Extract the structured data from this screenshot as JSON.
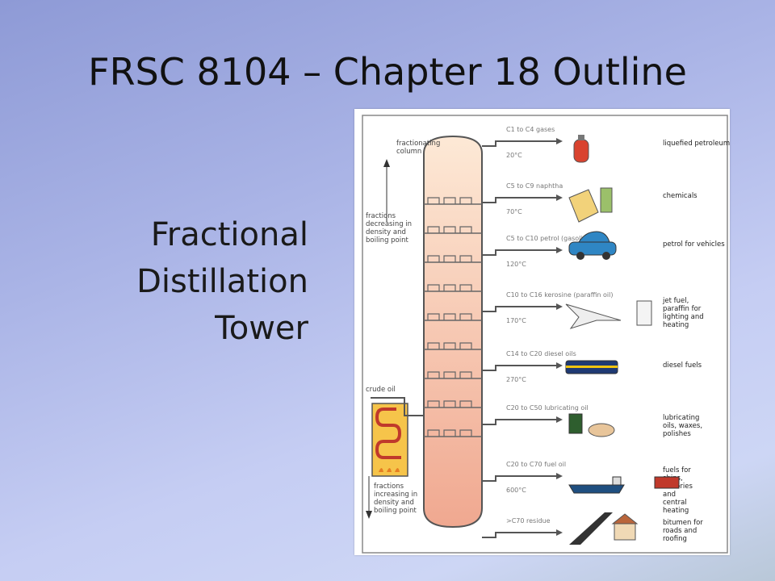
{
  "slide": {
    "title": "FRSC 8104 – Chapter 18 Outline",
    "subtitle_lines": [
      "Fractional",
      "Distillation",
      "Tower"
    ]
  },
  "diagram": {
    "column_label": [
      "fractionating",
      "column"
    ],
    "top_arrow_label": [
      "fractions",
      "decreasing in",
      "density and",
      "boiling point"
    ],
    "bottom_arrow_label": [
      "fractions",
      "increasing in",
      "density and",
      "boiling point"
    ],
    "crude_label": "crude oil",
    "fractions": [
      {
        "name": "C1 to C4 gases",
        "temp": "20°C",
        "product": [
          "liquefied petroleum gas"
        ]
      },
      {
        "name": "C5 to C9 naphtha",
        "temp": "70°C",
        "product": [
          "chemicals"
        ]
      },
      {
        "name": "C5 to C10 petrol (gasoline)",
        "temp": "120°C",
        "product": [
          "petrol for vehicles"
        ]
      },
      {
        "name": "C10 to C16 kerosine (paraffin oil)",
        "temp": "170°C",
        "product": [
          "jet fuel,",
          "paraffin for",
          "lighting and",
          "heating"
        ]
      },
      {
        "name": "C14 to C20 diesel oils",
        "temp": "270°C",
        "product": [
          "diesel fuels"
        ]
      },
      {
        "name": "C20 to C50 lubricating oil",
        "temp": "",
        "product": [
          "lubricating",
          "oils, waxes,",
          "polishes"
        ]
      },
      {
        "name": "C20 to C70 fuel oil",
        "temp": "600°C",
        "product": [
          "fuels for",
          "ships,",
          "factories",
          "and",
          "central",
          "heating"
        ]
      },
      {
        "name": ">C70 residue",
        "temp": "",
        "product": [
          "bitumen for",
          "roads and",
          "roofing"
        ]
      }
    ]
  }
}
